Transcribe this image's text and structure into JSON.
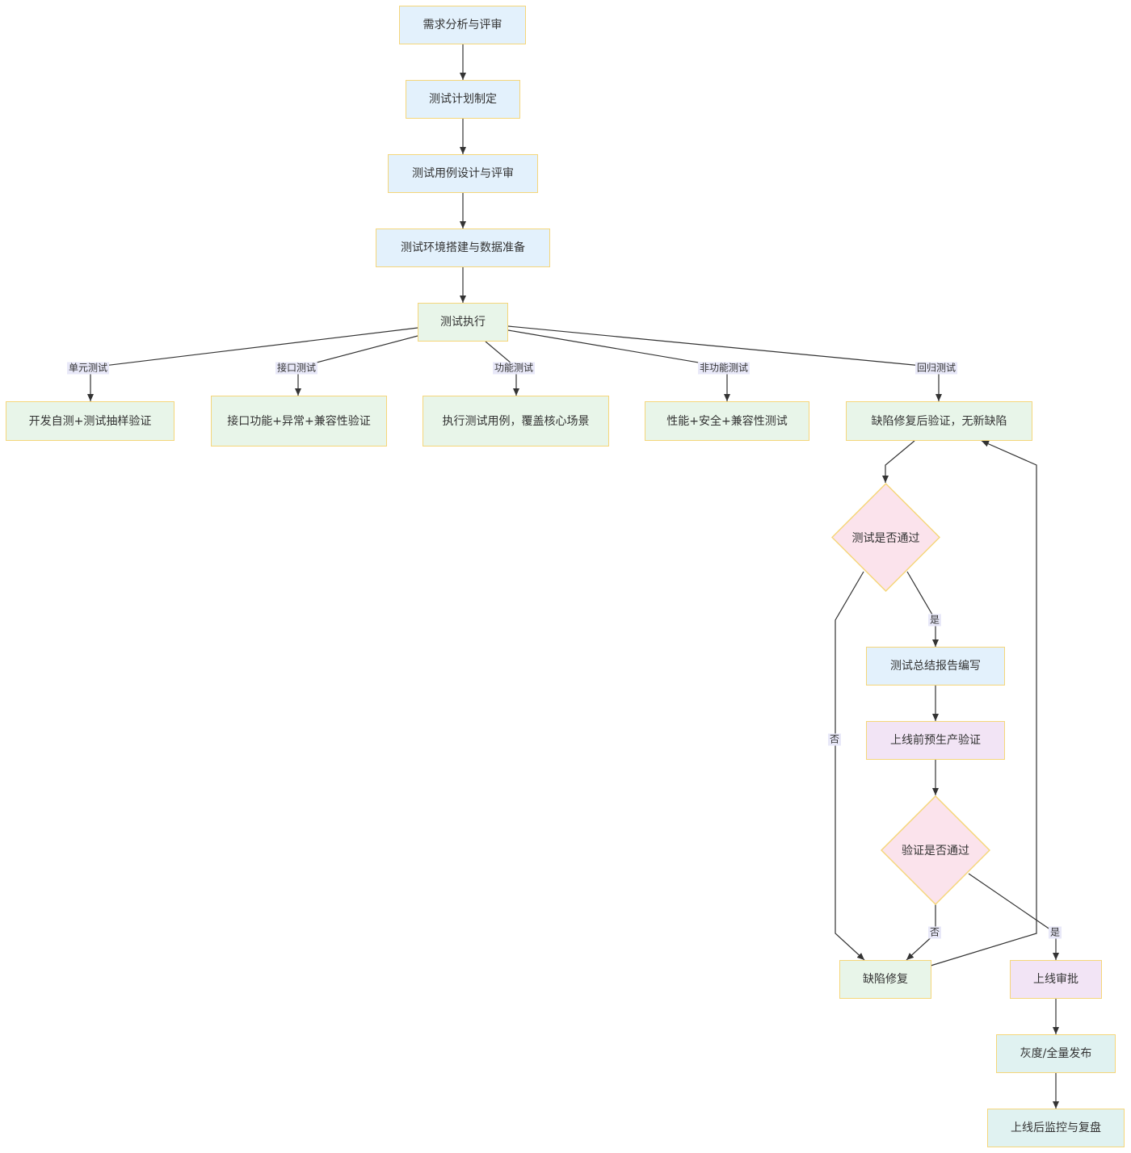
{
  "nodes": {
    "req_analysis": "需求分析与评审",
    "test_plan": "测试计划制定",
    "case_design": "测试用例设计与评审",
    "env_setup": "测试环境搭建与数据准备",
    "test_exec": "测试执行",
    "unit_target": "开发自测+测试抽样验证",
    "api_target": "接口功能+异常+兼容性验证",
    "func_target": "执行测试用例，覆盖核心场景",
    "nonfunc_target": "性能+安全+兼容性测试",
    "regress_target": "缺陷修复后验证，无新缺陷",
    "test_pass": "测试是否通过",
    "summary_report": "测试总结报告编写",
    "preprod_verify": "上线前预生产验证",
    "verify_pass": "验证是否通过",
    "defect_fix": "缺陷修复",
    "release_approval": "上线审批",
    "gray_release": "灰度/全量发布",
    "post_monitor": "上线后监控与复盘"
  },
  "edge_labels": {
    "unit": "单元测试",
    "api": "接口测试",
    "func": "功能测试",
    "nonfunc": "非功能测试",
    "regress": "回归测试",
    "test_yes": "是",
    "test_no": "否",
    "verify_no": "否",
    "verify_yes": "是"
  },
  "colors": {
    "blue_fill": "#e3f1fc",
    "green_fill": "#e8f5e9",
    "purple_fill": "#f2e4f5",
    "pink_fill": "#fbe3ec",
    "teal_fill": "#e0f2f1",
    "border": "#f5d67a",
    "edge": "#333333",
    "label_bg": "#e8e8f8"
  }
}
